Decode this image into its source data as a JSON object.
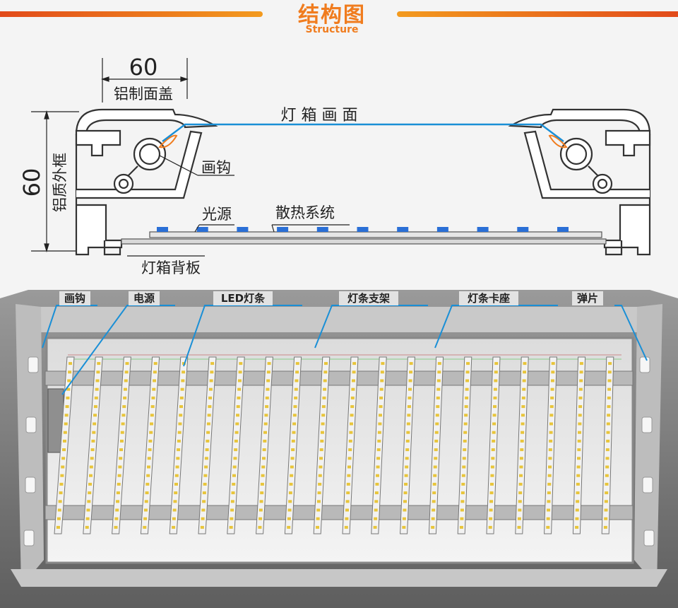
{
  "header": {
    "title": "结构图",
    "subtitle": "Structure"
  },
  "cross_section": {
    "top_dimension": "60",
    "top_caption": "铝制面盖",
    "side_dimension": "60",
    "side_caption": "铝质外框",
    "labels": {
      "panel": "灯 箱 画 面",
      "hook": "画钩",
      "light_source": "光源",
      "heat_system": "散热系统",
      "back_panel": "灯箱背板"
    }
  },
  "photo_labels": [
    "画钩",
    "电源",
    "LED灯条",
    "灯条支架",
    "灯条卡座",
    "弹片"
  ],
  "colors": {
    "accent_orange": "#f07c1e",
    "leader_blue": "#1a8fd6",
    "led_blue": "#2a6fd6"
  }
}
